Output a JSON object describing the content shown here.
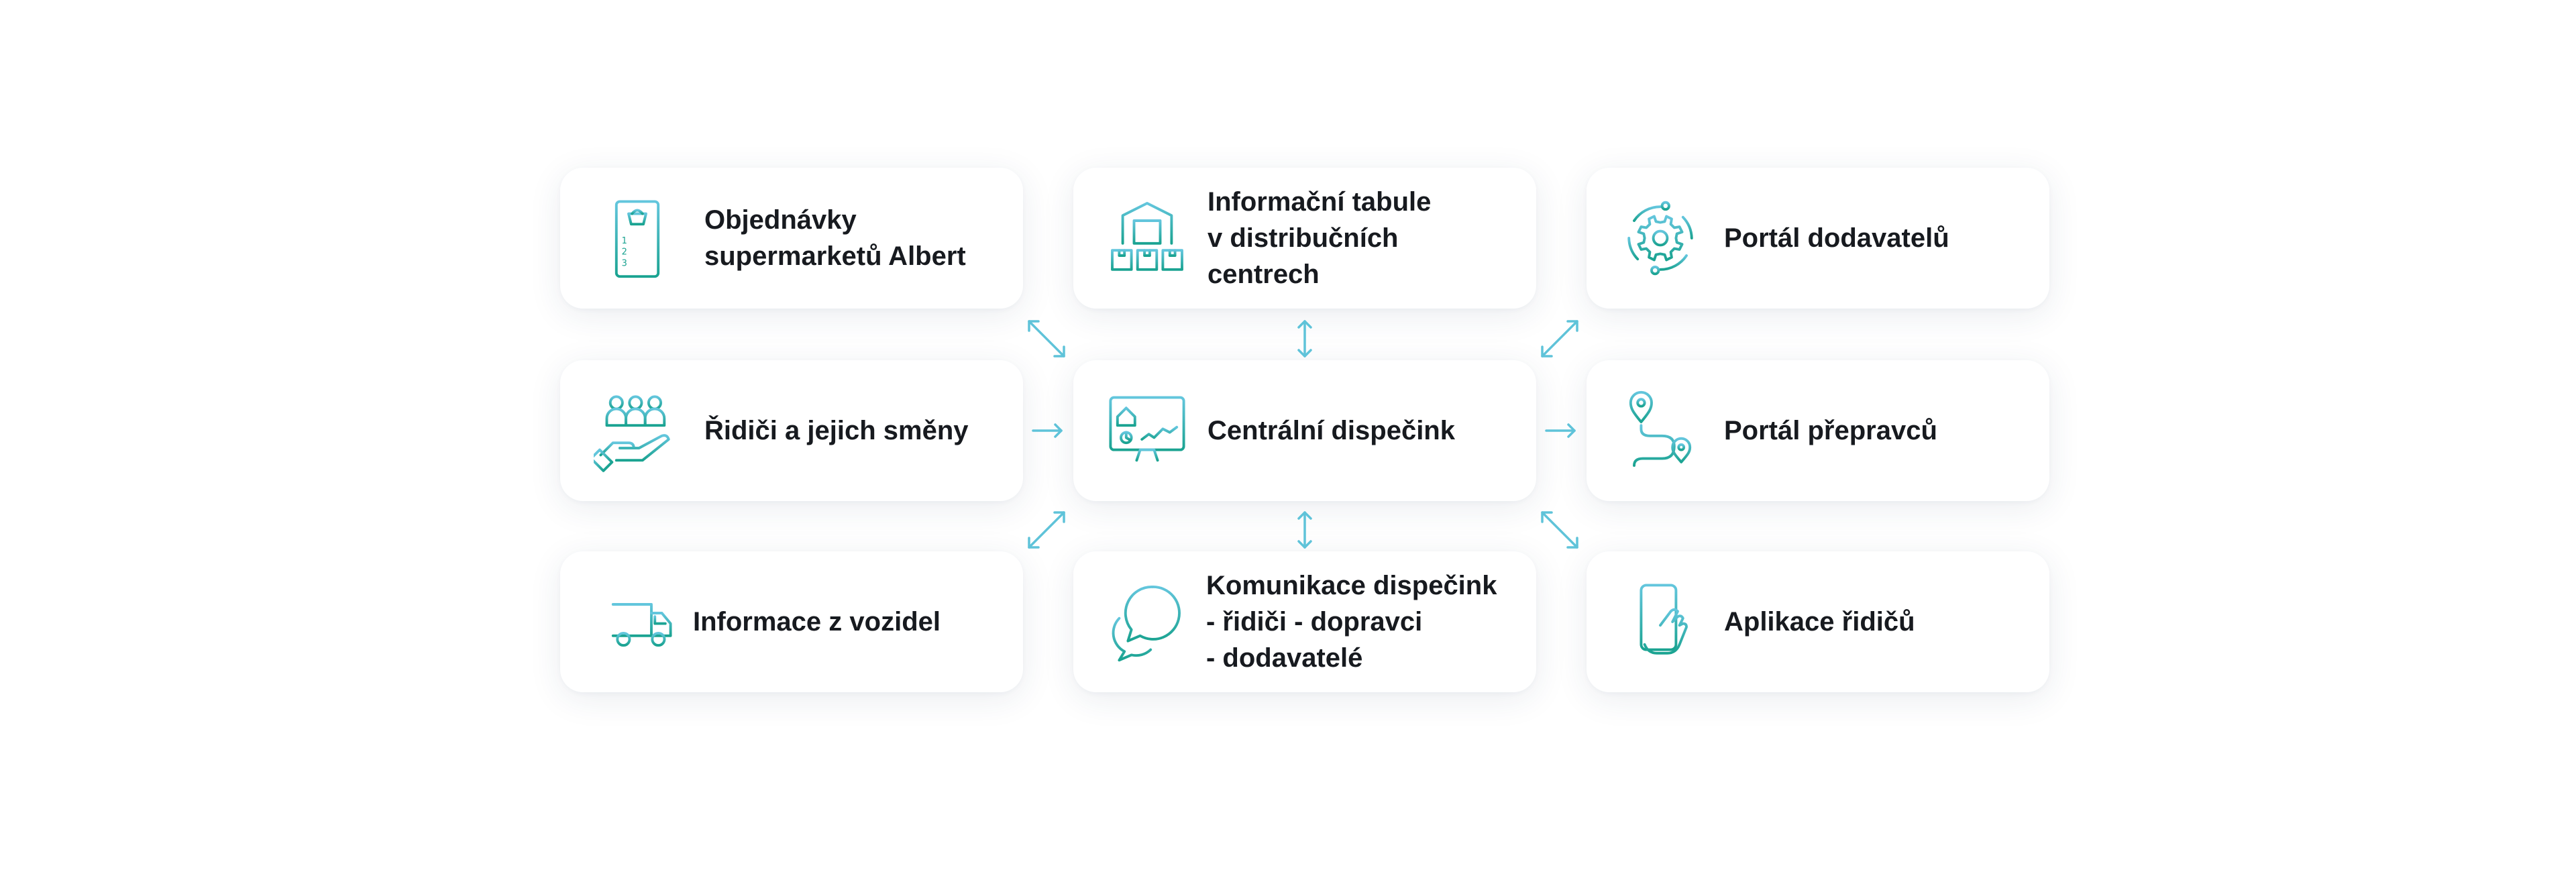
{
  "colors": {
    "icon_teal": "#1aa391",
    "icon_cyan": "#63c6dd",
    "arrow": "#5fc3d9",
    "text": "#171a1f",
    "card_bg": "#ffffff"
  },
  "cards": [
    {
      "id": "orders",
      "icon": "order-list-icon",
      "label": "Objednávky\nsupermarketů Albert"
    },
    {
      "id": "boards",
      "icon": "warehouse-icon",
      "label": "Informační tabule\nv distribučních\ncentrech"
    },
    {
      "id": "suppliers",
      "icon": "gear-cycle-icon",
      "label": "Portál dodavatelů"
    },
    {
      "id": "drivers",
      "icon": "people-hand-icon",
      "label": "Řidiči a jejich směny"
    },
    {
      "id": "dispatch",
      "icon": "dashboard-monitor-icon",
      "label": "Centrální dispečink"
    },
    {
      "id": "carriers",
      "icon": "route-pin-icon",
      "label": "Portál přepravců"
    },
    {
      "id": "vehicles",
      "icon": "delivery-truck-icon",
      "label": "Informace z vozidel"
    },
    {
      "id": "communication",
      "icon": "chat-bubbles-icon",
      "label": "Komunikace dispečink\n- řidiči - dopravci\n- dodavatelé"
    },
    {
      "id": "driver_app",
      "icon": "phone-tap-icon",
      "label": "Aplikace řidičů"
    }
  ]
}
